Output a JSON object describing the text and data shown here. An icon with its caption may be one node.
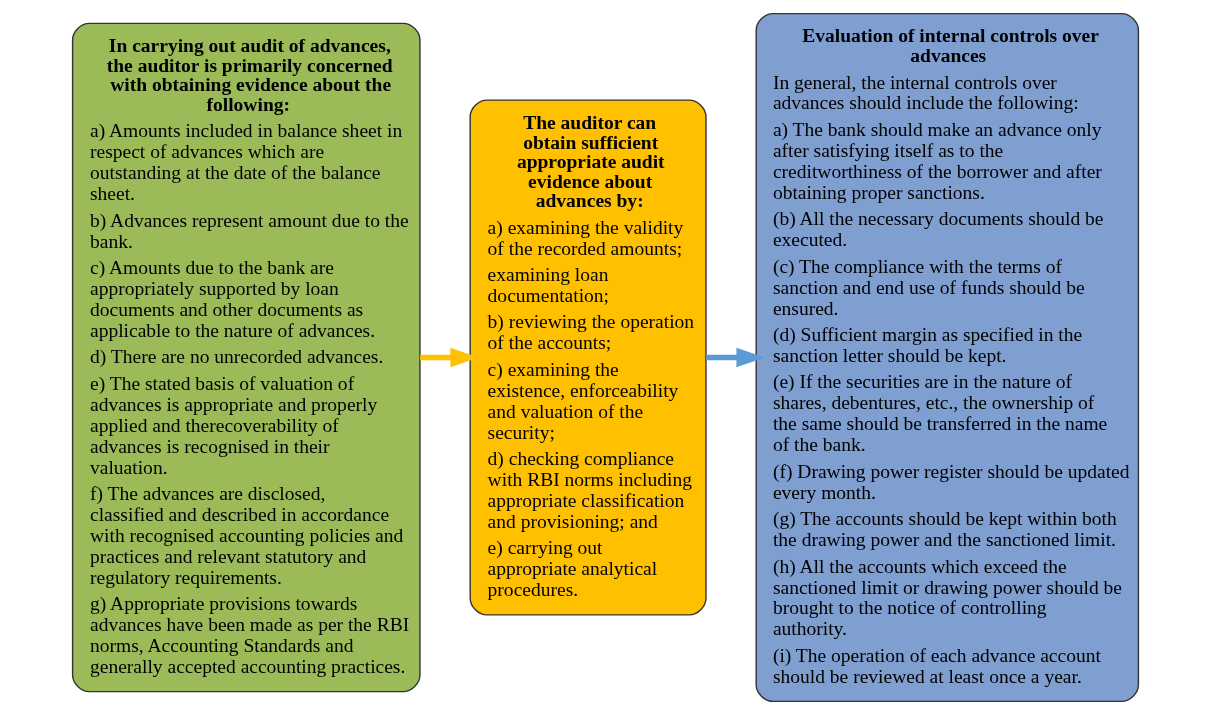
{
  "diagram": {
    "nodes": [
      {
        "text": [
          "In carrying out audit of advances, the auditor is primarily concerned with obtaining evidence about the following:",
          "a) Amounts included in balance sheet in respect of advances which are outstanding at the date of the balance sheet.",
          "b) Advances represent amount due to the bank.",
          "c) Amounts due to the bank are appropriately supported by loan documents and other documents as applicable to the nature of advances.",
          "d) There are no unrecorded advances.",
          "e) The stated basis of valuation of advances is appropriate and properly applied and therecoverability of advances is recognised in their valuation.",
          "f) The advances are disclosed, classified and described in accordance with recognised accounting policies and practices and relevant statutory and regulatory requirements.",
          "g) Appropriate provisions towards advances have been made as per the RBI norms, Accounting Standards and generally accepted accounting practices."
        ]
      },
      {
        "text": [
          "The auditor can obtain sufficient appropriate audit evidence about advances by:",
          "a) examining the validity of the recorded amounts;",
          "examining loan documentation;",
          "b) reviewing the operation of the accounts;",
          "c) examining the existence, enforceability and valuation of the security;",
          "d) checking compliance with RBI norms including appropriate classification and provisioning; and",
          "e) carrying out appropriate analytical procedures."
        ]
      },
      {
        "text": [
          "Evaluation of internal controls over advances",
          "In general, the internal controls over advances should include the following:",
          "a) The bank should make an advance only after satisfying itself as to the creditworthiness of the borrower and after obtaining proper sanctions.",
          "(b) All the necessary documents should be executed.",
          "(c) The compliance with the terms of sanction and end use of funds should be ensured.",
          "(d) Sufficient margin as specified in the sanction letter should be kept.",
          "(e) If the securities are in the nature of shares, debentures, etc., the ownership of the same should be transferred in the name of the bank.",
          "(f) Drawing power register should be updated every month.",
          "(g) The accounts should be kept within both the drawing power and the sanctioned limit.",
          "(h) All the accounts which exceed the sanctioned limit or drawing power should be brought to the notice of controlling authority.",
          "(i) The operation of each advance account should be reviewed at least once a year."
        ]
      }
    ],
    "edges": [
      {
        "from": 0,
        "to": 1,
        "arrow": "to",
        "color": "#ffc000"
      },
      {
        "from": 1,
        "to": 2,
        "arrow": "to",
        "color": "#5b9bd5"
      }
    ]
  }
}
